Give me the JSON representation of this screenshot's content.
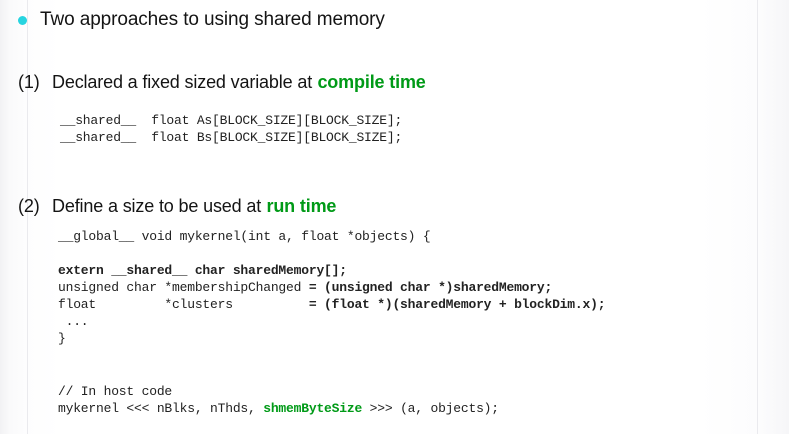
{
  "slide": {
    "title_bullet": {
      "icon": "bullet-dot-icon",
      "text": "Two approaches to using shared memory",
      "bullet_color": "#27d4e0"
    },
    "accent_color": "#009a17",
    "text_color": "#141414",
    "sections": [
      {
        "number": "(1)",
        "text_before": "Declared a fixed sized variable at",
        "accent": "compile time"
      },
      {
        "number": "(2)",
        "text_before": "Define a size to be used at",
        "accent": "run time"
      }
    ],
    "code_blocks": [
      {
        "name": "compile-time-code",
        "lines": [
          [
            {
              "t": "__shared__  float As[BLOCK_SIZE][BLOCK_SIZE];",
              "s": "plain"
            }
          ],
          [
            {
              "t": "__shared__  float Bs[BLOCK_SIZE][BLOCK_SIZE];",
              "s": "plain"
            }
          ]
        ]
      },
      {
        "name": "run-time-kernel-code",
        "lines": [
          [
            {
              "t": "__global__ void mykernel(int a, float *objects) {",
              "s": "plain"
            }
          ],
          [
            {
              "t": "",
              "s": "plain"
            }
          ],
          [
            {
              "t": "extern __shared__ char sharedMemory[];",
              "s": "bold"
            }
          ],
          [
            {
              "t": "unsigned char *membershipChanged ",
              "s": "plain"
            },
            {
              "t": "= (unsigned char *)sharedMemory;",
              "s": "bold"
            }
          ],
          [
            {
              "t": "float         *clusters          ",
              "s": "plain"
            },
            {
              "t": "= (float *)(sharedMemory + blockDim.x);",
              "s": "bold"
            }
          ],
          [
            {
              "t": " ...",
              "s": "plain"
            }
          ],
          [
            {
              "t": "}",
              "s": "plain"
            }
          ]
        ]
      },
      {
        "name": "host-code",
        "lines": [
          [
            {
              "t": "// In host code",
              "s": "plain"
            }
          ],
          [
            {
              "t": "mykernel <<< nBlks, nThds, ",
              "s": "plain"
            },
            {
              "t": "shmemByteSize",
              "s": "green"
            },
            {
              "t": " >>> (a, objects);",
              "s": "plain"
            }
          ]
        ]
      }
    ]
  }
}
